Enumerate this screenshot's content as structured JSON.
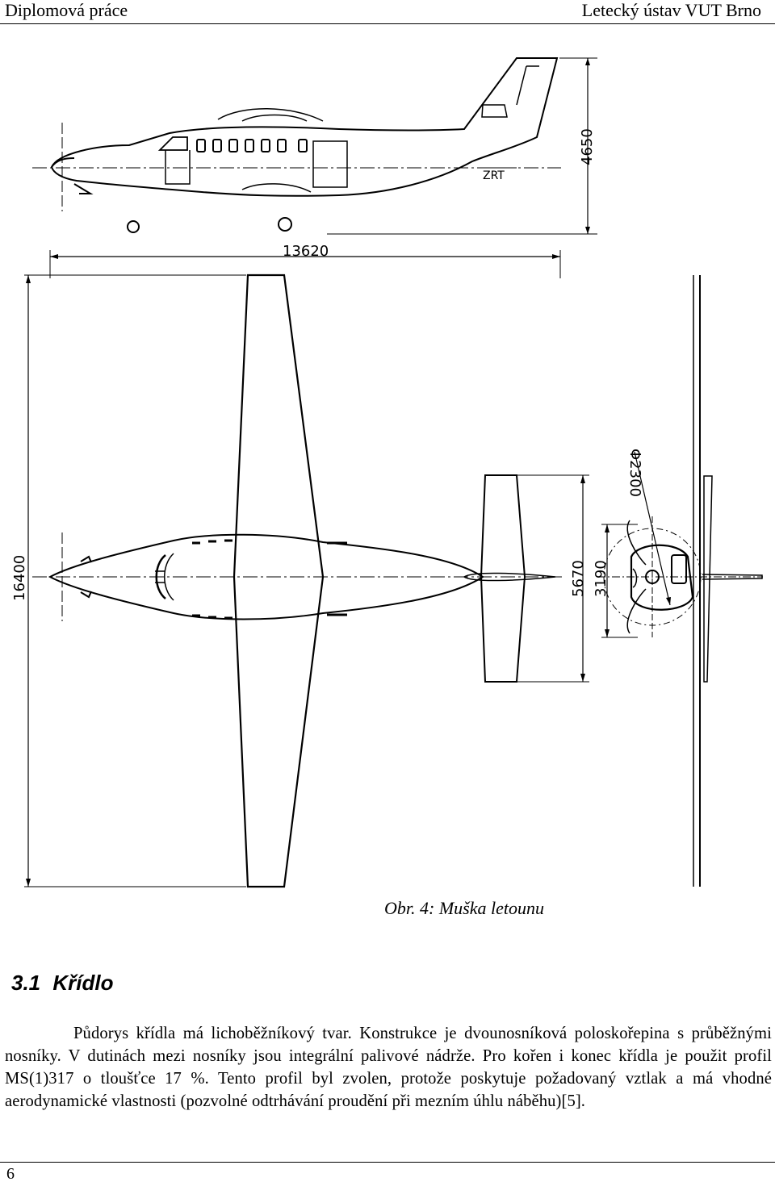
{
  "header": {
    "left": "Diplomová práce",
    "right": "Letecký ústav VUT Brno"
  },
  "figure": {
    "dimensions": {
      "length": "13620",
      "height": "4650",
      "span": "16400",
      "tail_span": "5670",
      "gear_track": "3190",
      "prop_diameter": "Φ2300"
    },
    "cg_label": "ZRT",
    "caption": "Obr. 4: Muška letounu"
  },
  "section": {
    "number": "3.1",
    "title": "Křídlo"
  },
  "paragraph": "Půdorys křídla má lichoběžníkový tvar. Konstrukce je dvounosníková poloskořepina s průběžnými nosníky. V dutinách mezi nosníky jsou integrální palivové nádrže. Pro kořen i konec křídla je použit profil MS(1)317 o tloušťce 17 %. Tento profil byl zvolen, protože poskytuje požadovaný vztlak a má vhodné aerodynamické vlastnosti (pozvolné odtrhávání proudění při mezním úhlu náběhu)[5].",
  "footer": {
    "page": "6"
  }
}
